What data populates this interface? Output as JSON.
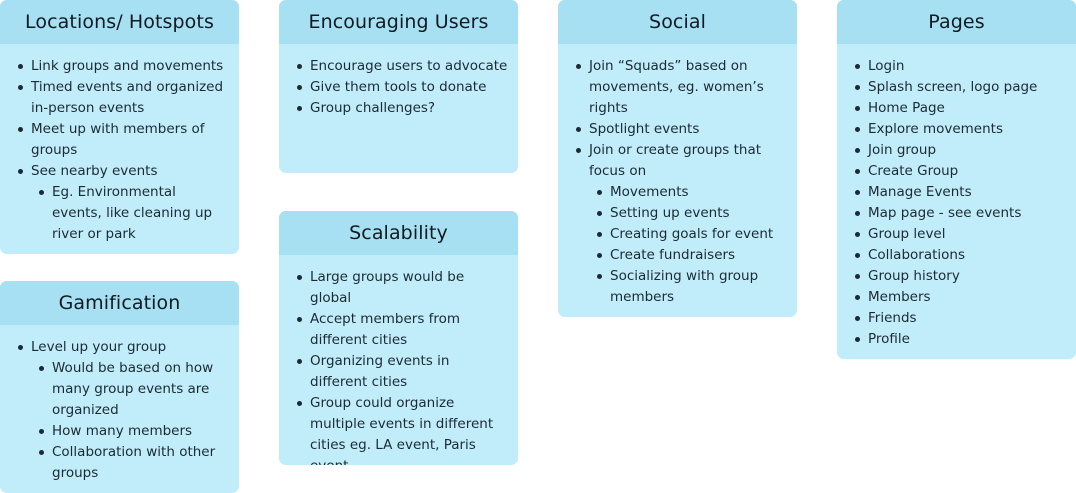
{
  "cards": [
    {
      "title": "Locations/ Hotspots",
      "items": [
        {
          "text": "Link groups and movements",
          "sub": []
        },
        {
          "text": "Timed events and organized in-person events",
          "sub": []
        },
        {
          "text": "Meet up with members of groups",
          "sub": []
        },
        {
          "text": "See nearby events",
          "sub": [
            "Eg. Environmental events, like cleaning up river or park"
          ]
        }
      ]
    },
    {
      "title": "Gamification",
      "items": [
        {
          "text": "Level up your group",
          "sub": [
            "Would be based on how many group events are organized",
            "How many members",
            "Collaboration with other groups"
          ]
        }
      ]
    },
    {
      "title": "Encouraging Users",
      "items": [
        {
          "text": "Encourage users to advocate",
          "sub": []
        },
        {
          "text": "Give them tools to donate",
          "sub": []
        },
        {
          "text": "Group challenges?",
          "sub": []
        }
      ]
    },
    {
      "title": "Scalability",
      "items": [
        {
          "text": "Large groups would be global",
          "sub": []
        },
        {
          "text": "Accept members from different cities",
          "sub": []
        },
        {
          "text": "Organizing events in different cities",
          "sub": []
        },
        {
          "text": "Group could organize multiple events in different cities eg. LA event,  Paris event",
          "sub": []
        }
      ]
    },
    {
      "title": "Social",
      "items": [
        {
          "text": "Join “Squads” based on movements, eg. women’s rights",
          "sub": []
        },
        {
          "text": "Spotlight events",
          "sub": []
        },
        {
          "text": "Join or create groups that focus on",
          "sub": [
            "Movements",
            "Setting up events",
            "Creating goals for event",
            "Create fundraisers",
            "Socializing with group members"
          ]
        }
      ]
    },
    {
      "title": "Pages",
      "items": [
        {
          "text": "Login",
          "sub": []
        },
        {
          "text": "Splash screen, logo page",
          "sub": []
        },
        {
          "text": "Home Page",
          "sub": []
        },
        {
          "text": "Explore movements",
          "sub": []
        },
        {
          "text": "Join group",
          "sub": []
        },
        {
          "text": "Create Group",
          "sub": []
        },
        {
          "text": "Manage Events",
          "sub": []
        },
        {
          "text": "Map  page - see events",
          "sub": []
        },
        {
          "text": "Group level",
          "sub": []
        },
        {
          "text": "Collaborations",
          "sub": []
        },
        {
          "text": "Group history",
          "sub": []
        },
        {
          "text": "Members",
          "sub": []
        },
        {
          "text": "Friends",
          "sub": []
        },
        {
          "text": "Profile",
          "sub": []
        }
      ]
    }
  ]
}
